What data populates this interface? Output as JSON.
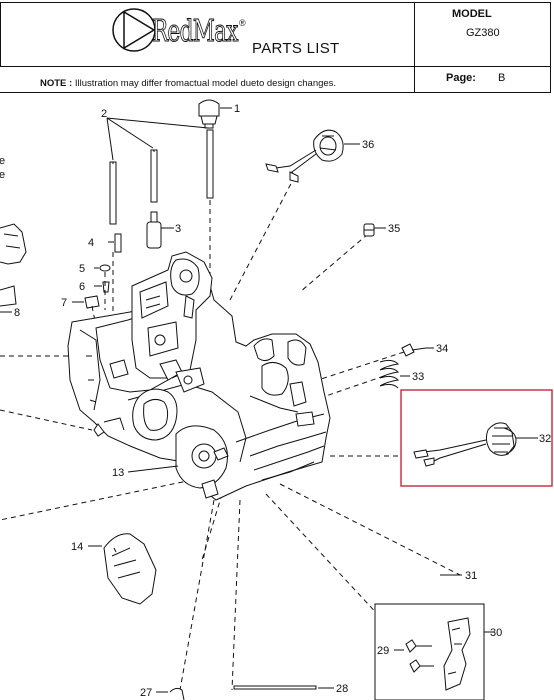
{
  "header": {
    "brand": "RedMax",
    "registered": "®",
    "title": "PARTS LIST",
    "note_label": "NOTE :",
    "note_text": "Illustration may differ fromactual model dueto design changes.",
    "model_label": "MODEL",
    "model_value": "GZ380",
    "page_label": "Page:",
    "page_value": "B"
  },
  "left_fragment": [
    "e",
    "e"
  ],
  "part_labels": {
    "p1": "1",
    "p2": "2",
    "p3": "3",
    "p4": "4",
    "p5": "5",
    "p6": "6",
    "p7": "7",
    "p8": "8",
    "p13": "13",
    "p14": "14",
    "p27": "27",
    "p28": "28",
    "p29": "29",
    "p30": "30",
    "p31": "31",
    "p32": "32",
    "p33": "33",
    "p34": "34",
    "p35": "35",
    "p36": "36"
  },
  "colors": {
    "line": "#111111",
    "highlight": "#c8283c",
    "paper": "#ffffff"
  }
}
